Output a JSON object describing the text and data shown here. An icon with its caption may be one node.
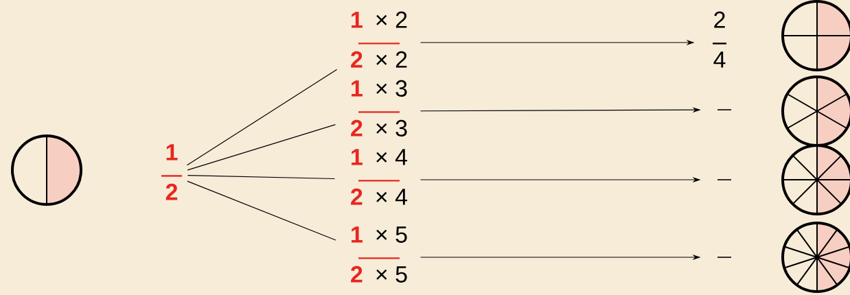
{
  "diagram": {
    "nodes": [
      {
        "text": [
          "1",
          "2"
        ]
      },
      {
        "text": [
          "1",
          "× 2",
          "2",
          "× 2"
        ]
      },
      {
        "text": [
          "1",
          "× 3",
          "2",
          "× 3"
        ]
      },
      {
        "text": [
          "1",
          "× 4",
          "2",
          "× 4"
        ]
      },
      {
        "text": [
          "1",
          "× 5",
          "2",
          "× 5"
        ]
      },
      {
        "text": [
          "2",
          "4"
        ]
      },
      {
        "text": [],
        "shape": "line"
      },
      {
        "text": [],
        "shape": "line"
      },
      {
        "text": [],
        "shape": "line"
      }
    ],
    "edges": [
      {
        "from": 0,
        "to": 1,
        "arrow": "none"
      },
      {
        "from": 0,
        "to": 2,
        "arrow": "none"
      },
      {
        "from": 0,
        "to": 3,
        "arrow": "none"
      },
      {
        "from": 0,
        "to": 4,
        "arrow": "none"
      },
      {
        "from": 1,
        "to": 5,
        "arrow": "to"
      },
      {
        "from": 2,
        "to": 6,
        "arrow": "to"
      },
      {
        "from": 3,
        "to": 7,
        "arrow": "to"
      },
      {
        "from": 4,
        "to": 8,
        "arrow": "to"
      }
    ]
  }
}
